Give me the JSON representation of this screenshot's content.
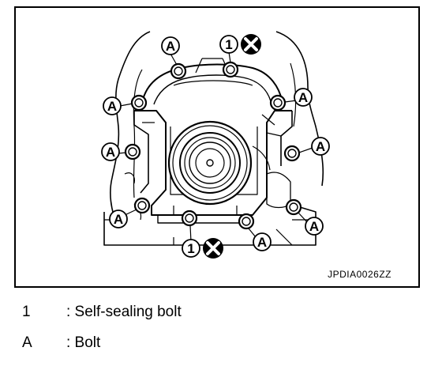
{
  "figure": {
    "code": "JPDIA0026ZZ",
    "callout_bolt": "A",
    "callout_self_sealing": "1"
  },
  "legend": [
    {
      "key": "1",
      "description": ": Self-sealing bolt"
    },
    {
      "key": "A",
      "description": ": Bolt"
    }
  ],
  "colors": {
    "line": "#000000",
    "background": "#ffffff"
  },
  "icons": {
    "do_not_reuse": "x-in-black-circle-icon"
  }
}
